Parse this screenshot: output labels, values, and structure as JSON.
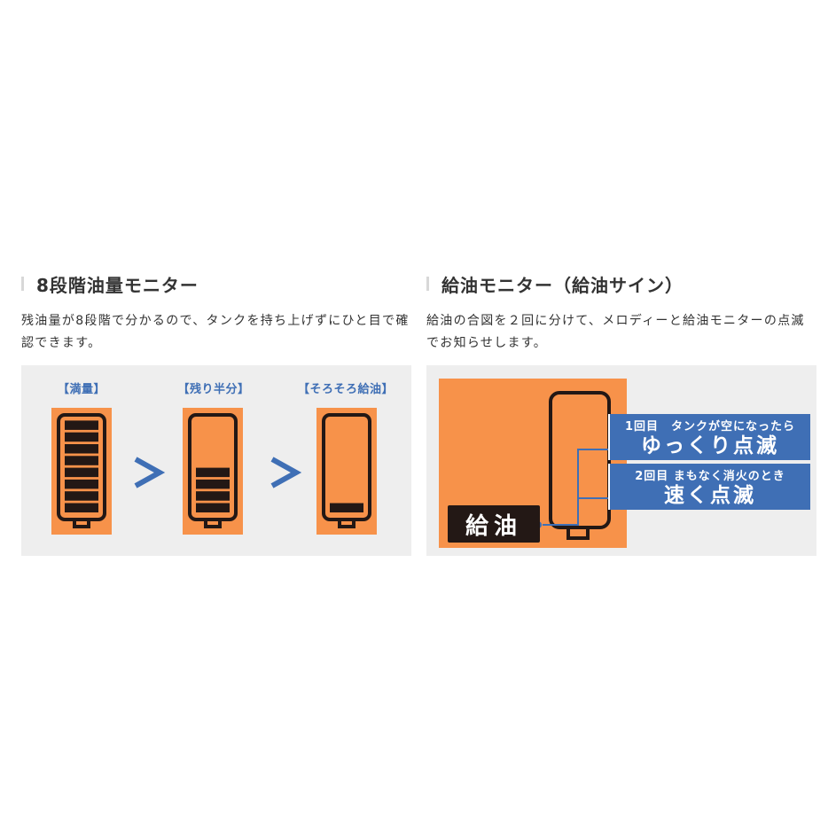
{
  "left_section": {
    "title": "8段階油量モニター",
    "description": "残油量が8段階で分かるので、タンクを持ち上げずにひと目で確認できます。",
    "levels": [
      {
        "label": "【満量】",
        "filled_segments": 8
      },
      {
        "label": "【残り半分】",
        "filled_segments": 4
      },
      {
        "label": "【そろそろ給油】",
        "filled_segments": 1
      }
    ],
    "total_segments": 8
  },
  "right_section": {
    "title": "給油モニター（給油サイン）",
    "description": "給油の合図を２回に分けて、メロディーと給油モニターの点滅でお知らせします。",
    "refuel_tag": "給油",
    "notices": [
      {
        "head": "1回目　タンクが空になったら",
        "main": "ゆっくり点滅"
      },
      {
        "head": "2回目 まもなく消火のとき",
        "main": "速く点滅"
      }
    ]
  },
  "colors": {
    "accent_orange": "#f7924a",
    "accent_blue": "#3f6fb5",
    "ink": "#231815",
    "panel_bg": "#eeeeee"
  }
}
